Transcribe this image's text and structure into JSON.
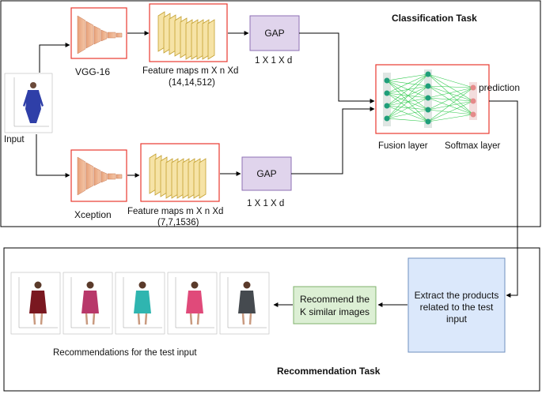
{
  "classification": {
    "title": "Classification Task",
    "input_label": "Input",
    "branch_top": {
      "model": "VGG-16",
      "feature_label": "Feature maps m X n Xd",
      "feature_dims": "(14,14,512)",
      "gap": "GAP",
      "gap_dims": "1 X 1 X d"
    },
    "branch_bottom": {
      "model": "Xception",
      "feature_label": "Feature maps m X n Xd",
      "feature_dims": "(7,7,1536)",
      "gap": "GAP",
      "gap_dims": "1 X 1 X d"
    },
    "fusion_label": "Fusion layer",
    "softmax_label": "Softmax layer",
    "prediction_label": "prediction"
  },
  "recommendation": {
    "title": "Recommendation Task",
    "extract_lines": [
      "Extract the products",
      "related to the test",
      "input"
    ],
    "recommend_lines": [
      "Recommend the",
      "K similar images"
    ],
    "results_label": "Recommendations for the test input",
    "images": [
      {
        "dress_color": "#7a1820"
      },
      {
        "dress_color": "#b8386a"
      },
      {
        "dress_color": "#2fb5b0"
      },
      {
        "dress_color": "#e04a7a"
      },
      {
        "dress_color": "#454a4f"
      }
    ]
  },
  "colors": {
    "red_border": "#e8382f",
    "gap_fill": "#e0d4ec",
    "extract_fill": "#dbe8fb",
    "recommend_fill": "#dcefd4",
    "node": "#1f9e7a",
    "softmax_node": "#e58a8a"
  }
}
